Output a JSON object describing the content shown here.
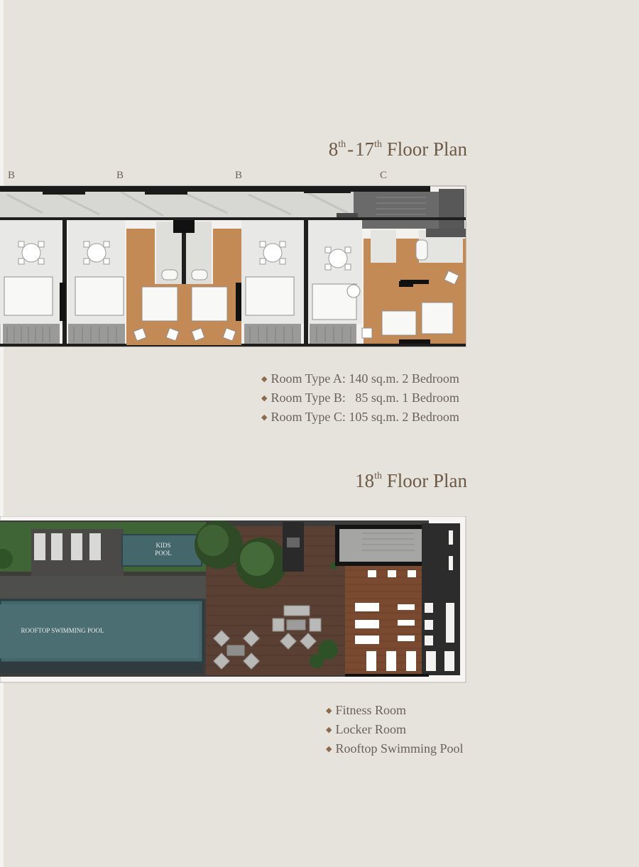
{
  "floor_8_17": {
    "title": {
      "num1": "8",
      "sup1": "th",
      "sep": "-",
      "num2": "17",
      "sup2": "th",
      "rest": " Floor Plan"
    },
    "unit_labels": [
      "B",
      "B",
      "B",
      "C"
    ],
    "room_types": [
      "Room Type A: 140 sq.m. 2 Bedroom",
      "Room Type B:   85 sq.m. 1 Bedroom",
      "Room Type C: 105 sq.m. 2 Bedroom"
    ]
  },
  "floor_18": {
    "title": {
      "num": "18",
      "sup": "th",
      "rest": " Floor Plan"
    },
    "plan_labels": {
      "kids_pool_line1": "KIDS",
      "kids_pool_line2": "POOL",
      "rooftop_pool": "ROOFTOP SWIMMING POOL"
    },
    "facilities": [
      "Fitness Room",
      "Locker Room",
      "Rooftop Swimming Pool"
    ]
  },
  "colors": {
    "background": "#e6e2dc",
    "title": "#6d5a45",
    "wood_floor": "#c48a55",
    "corridor_marble": "#d9d9d6",
    "pool_water": "#3f5f62",
    "deck": "#5a4033",
    "greenery": "#3a5a2e"
  }
}
